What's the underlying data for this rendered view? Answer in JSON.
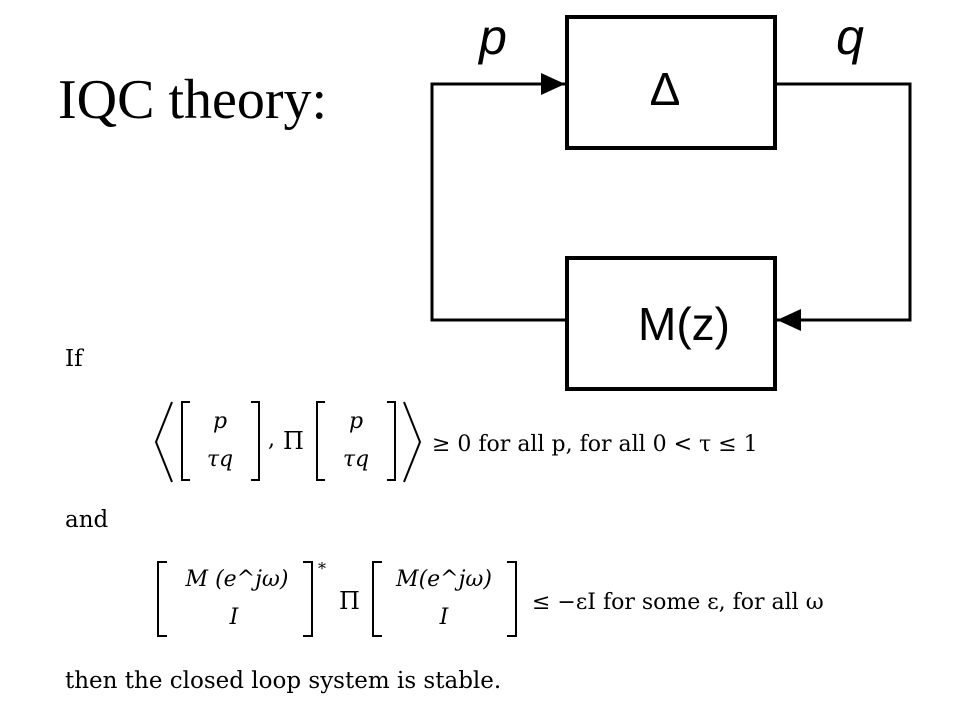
{
  "slide": {
    "title": "IQC theory:",
    "if_label": "If",
    "and_label": "and",
    "conclusion": "then the closed loop system is stable."
  },
  "diagram": {
    "input_signal": "p",
    "output_signal": "q",
    "top_block": "Δ",
    "bottom_block": "M(z)"
  },
  "condition1": {
    "vec_top": "p",
    "vec_bottom": "τq",
    "comma": ",",
    "multiplier": "Π",
    "rhs": "≥ 0 for all p, for all 0 < τ ≤ 1"
  },
  "condition2": {
    "lhs_top": "M (e^jω)",
    "lhs_bottom": "I",
    "star": "*",
    "multiplier": "Π",
    "rhs_top": "M(e^jω)",
    "rhs_bottom": "I",
    "rhs": "≤ −εI for some ε, for all ω"
  }
}
